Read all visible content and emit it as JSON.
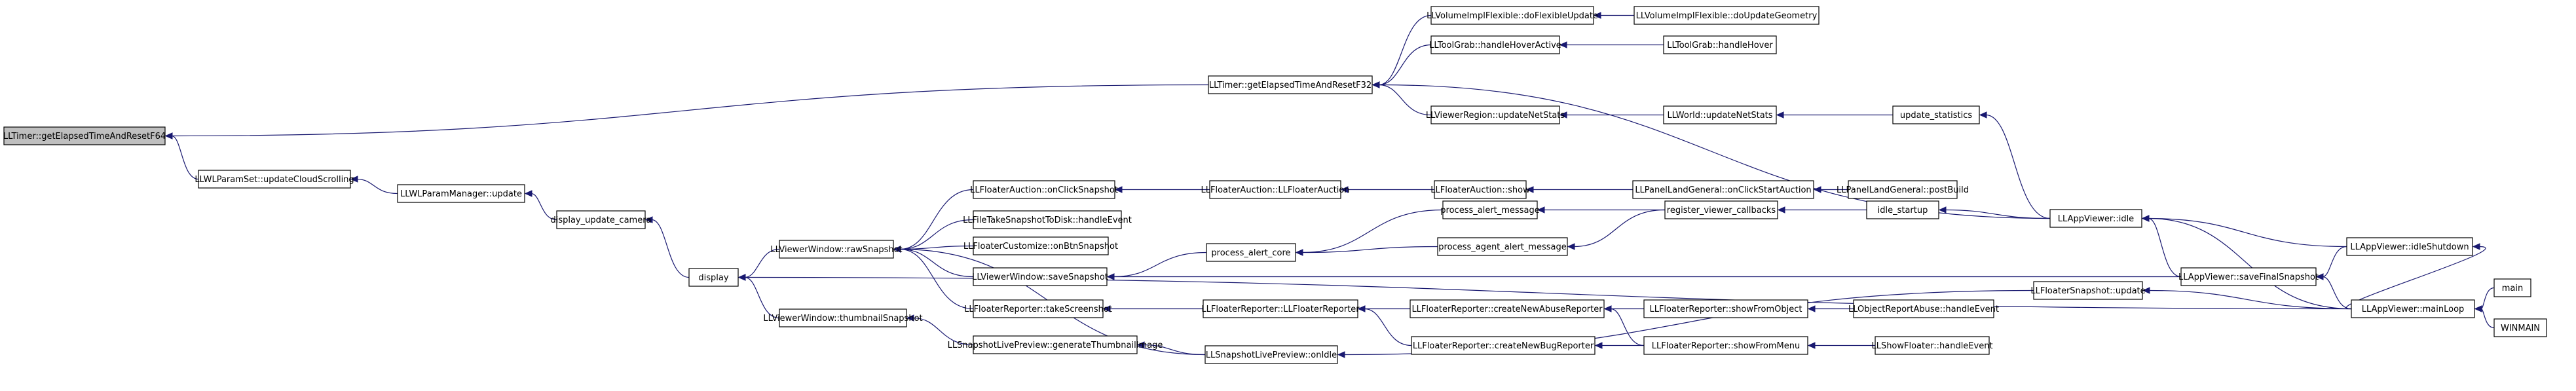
{
  "graph": {
    "colors": {
      "edge": "#191970",
      "root_fill": "#bfbfbf",
      "node_fill": "#ffffff",
      "border": "#000000"
    },
    "nodes": [
      {
        "id": "n0",
        "label": "LLTimer::getElapsedTimeAndResetF64",
        "root": true
      },
      {
        "id": "n1",
        "label": "LLTimer::getElapsedTimeAndResetF32"
      },
      {
        "id": "n2",
        "label": "LLWLParamSet::updateCloudScrolling"
      },
      {
        "id": "n3",
        "label": "LLVolumeImplFlexible::doFlexibleUpdate"
      },
      {
        "id": "n4",
        "label": "LLVolumeImplFlexible::doUpdateGeometry"
      },
      {
        "id": "n5",
        "label": "LLToolGrab::handleHoverActive"
      },
      {
        "id": "n6",
        "label": "LLToolGrab::handleHover"
      },
      {
        "id": "n7",
        "label": "LLViewerRegion::updateNetStats"
      },
      {
        "id": "n8",
        "label": "LLWorld::updateNetStats"
      },
      {
        "id": "n9",
        "label": "update_statistics"
      },
      {
        "id": "n10",
        "label": "LLAppViewer::idle"
      },
      {
        "id": "n11",
        "label": "LLWLParamManager::update"
      },
      {
        "id": "n12",
        "label": "display_update_camera"
      },
      {
        "id": "n13",
        "label": "display"
      },
      {
        "id": "n14",
        "label": "LLViewerWindow::rawSnapshot"
      },
      {
        "id": "n15",
        "label": "LLViewerWindow::thumbnailSnapshot"
      },
      {
        "id": "n16",
        "label": "LLFloaterAuction::onClickSnapshot"
      },
      {
        "id": "n17",
        "label": "LLFileTakeSnapshotToDisk::handleEvent"
      },
      {
        "id": "n18",
        "label": "LLFloaterCustomize::onBtnSnapshot"
      },
      {
        "id": "n19",
        "label": "LLViewerWindow::saveSnapshot"
      },
      {
        "id": "n20",
        "label": "LLFloaterReporter::takeScreenshot"
      },
      {
        "id": "n21",
        "label": "LLSnapshotLivePreview::generateThumbnailImage"
      },
      {
        "id": "n22",
        "label": "LLFloaterAuction::LLFloaterAuction"
      },
      {
        "id": "n23",
        "label": "LLFloaterAuction::show"
      },
      {
        "id": "n24",
        "label": "LLPanelLandGeneral::onClickStartAuction"
      },
      {
        "id": "n25",
        "label": "LLPanelLandGeneral::postBuild"
      },
      {
        "id": "n26",
        "label": "process_alert_core"
      },
      {
        "id": "n27",
        "label": "process_alert_message"
      },
      {
        "id": "n28",
        "label": "process_agent_alert_message"
      },
      {
        "id": "n29",
        "label": "register_viewer_callbacks"
      },
      {
        "id": "n30",
        "label": "idle_startup"
      },
      {
        "id": "n31",
        "label": "LLFloaterReporter::LLFloaterReporter"
      },
      {
        "id": "n32",
        "label": "LLFloaterReporter::createNewAbuseReporter"
      },
      {
        "id": "n33",
        "label": "LLFloaterReporter::createNewBugReporter"
      },
      {
        "id": "n34",
        "label": "LLFloaterReporter::showFromObject"
      },
      {
        "id": "n35",
        "label": "LLFloaterReporter::showFromMenu"
      },
      {
        "id": "n36",
        "label": "LLObjectReportAbuse::handleEvent"
      },
      {
        "id": "n37",
        "label": "LLShowFloater::handleEvent"
      },
      {
        "id": "n38",
        "label": "LLSnapshotLivePreview::onIdle"
      },
      {
        "id": "n39",
        "label": "LLFloaterSnapshot::update"
      },
      {
        "id": "n40",
        "label": "LLAppViewer::saveFinalSnapshot"
      },
      {
        "id": "n41",
        "label": "LLAppViewer::idleShutdown"
      },
      {
        "id": "n42",
        "label": "LLAppViewer::mainLoop"
      },
      {
        "id": "n43",
        "label": "main"
      },
      {
        "id": "n44",
        "label": "WINMAIN"
      }
    ],
    "edges": [
      [
        "n0",
        "n1"
      ],
      [
        "n0",
        "n2"
      ],
      [
        "n1",
        "n3"
      ],
      [
        "n1",
        "n5"
      ],
      [
        "n1",
        "n7"
      ],
      [
        "n1",
        "n10"
      ],
      [
        "n3",
        "n4"
      ],
      [
        "n5",
        "n6"
      ],
      [
        "n7",
        "n8"
      ],
      [
        "n8",
        "n9"
      ],
      [
        "n9",
        "n10"
      ],
      [
        "n2",
        "n11"
      ],
      [
        "n11",
        "n12"
      ],
      [
        "n12",
        "n13"
      ],
      [
        "n13",
        "n14"
      ],
      [
        "n13",
        "n15"
      ],
      [
        "n13",
        "n42"
      ],
      [
        "n14",
        "n16"
      ],
      [
        "n14",
        "n17"
      ],
      [
        "n14",
        "n18"
      ],
      [
        "n14",
        "n19"
      ],
      [
        "n14",
        "n20"
      ],
      [
        "n14",
        "n38"
      ],
      [
        "n15",
        "n21"
      ],
      [
        "n21",
        "n38"
      ],
      [
        "n16",
        "n22"
      ],
      [
        "n22",
        "n23"
      ],
      [
        "n23",
        "n24"
      ],
      [
        "n24",
        "n25"
      ],
      [
        "n19",
        "n26"
      ],
      [
        "n19",
        "n40"
      ],
      [
        "n26",
        "n27"
      ],
      [
        "n26",
        "n28"
      ],
      [
        "n27",
        "n29"
      ],
      [
        "n28",
        "n29"
      ],
      [
        "n29",
        "n30"
      ],
      [
        "n30",
        "n10"
      ],
      [
        "n20",
        "n31"
      ],
      [
        "n31",
        "n32"
      ],
      [
        "n31",
        "n33"
      ],
      [
        "n32",
        "n34"
      ],
      [
        "n33",
        "n35"
      ],
      [
        "n32",
        "n35"
      ],
      [
        "n34",
        "n36"
      ],
      [
        "n35",
        "n37"
      ],
      [
        "n38",
        "n39"
      ],
      [
        "n39",
        "n42"
      ],
      [
        "n10",
        "n41"
      ],
      [
        "n10",
        "n40"
      ],
      [
        "n10",
        "n42"
      ],
      [
        "n40",
        "n41"
      ],
      [
        "n40",
        "n42"
      ],
      [
        "n41",
        "n42"
      ],
      [
        "n42",
        "n43"
      ],
      [
        "n42",
        "n44"
      ]
    ]
  }
}
